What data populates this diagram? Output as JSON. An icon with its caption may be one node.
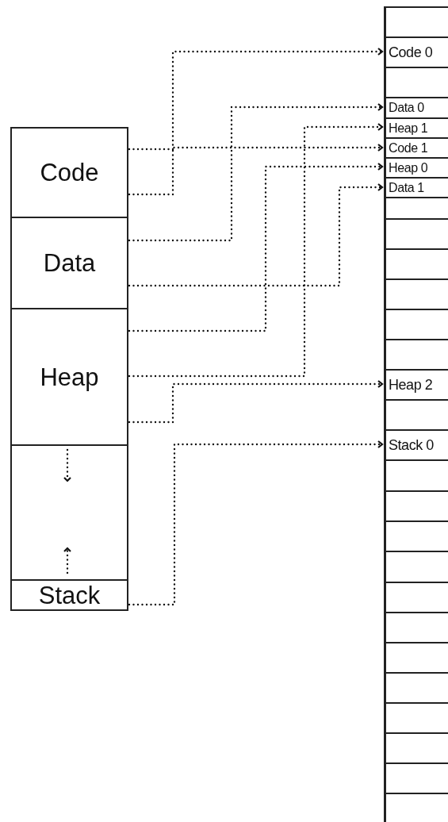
{
  "diagram": {
    "nodes": [
      {
        "text": [
          "Code"
        ]
      },
      {
        "text": [
          "Data"
        ]
      },
      {
        "text": [
          "Heap"
        ]
      },
      {
        "text": [],
        "shape": "box"
      },
      {
        "text": [
          "Stack"
        ]
      },
      {
        "text": [],
        "shape": "box"
      },
      {
        "text": [
          "Code 0"
        ]
      },
      {
        "text": [],
        "shape": "box"
      },
      {
        "text": [
          "Data 0"
        ]
      },
      {
        "text": [
          "Heap 1"
        ]
      },
      {
        "text": [
          "Code 1"
        ]
      },
      {
        "text": [
          "Heap 0"
        ]
      },
      {
        "text": [
          "Data 1"
        ]
      },
      {
        "text": [],
        "shape": "box"
      },
      {
        "text": [],
        "shape": "box"
      },
      {
        "text": [],
        "shape": "box"
      },
      {
        "text": [],
        "shape": "box"
      },
      {
        "text": [],
        "shape": "box"
      },
      {
        "text": [],
        "shape": "box"
      },
      {
        "text": [
          "Heap 2"
        ]
      },
      {
        "text": [],
        "shape": "box"
      },
      {
        "text": [
          "Stack 0"
        ]
      },
      {
        "text": [],
        "shape": "box"
      },
      {
        "text": [],
        "shape": "box"
      },
      {
        "text": [],
        "shape": "box"
      },
      {
        "text": [],
        "shape": "box"
      },
      {
        "text": [],
        "shape": "box"
      },
      {
        "text": [],
        "shape": "box"
      },
      {
        "text": [],
        "shape": "box"
      },
      {
        "text": [],
        "shape": "box"
      },
      {
        "text": [],
        "shape": "box"
      },
      {
        "text": [],
        "shape": "box"
      },
      {
        "text": [],
        "shape": "box"
      },
      {
        "text": [],
        "shape": "box"
      }
    ],
    "edges": [
      {
        "from": 0,
        "to": 6,
        "arrow": "to",
        "style": "dashed"
      },
      {
        "from": 0,
        "to": 10,
        "arrow": "to",
        "style": "dashed"
      },
      {
        "from": 1,
        "to": 8,
        "arrow": "to",
        "style": "dashed"
      },
      {
        "from": 1,
        "to": 12,
        "arrow": "to",
        "style": "dashed"
      },
      {
        "from": 2,
        "to": 11,
        "arrow": "to",
        "style": "dashed"
      },
      {
        "from": 2,
        "to": 9,
        "arrow": "to",
        "style": "dashed"
      },
      {
        "from": 2,
        "to": 19,
        "arrow": "to",
        "style": "dashed"
      },
      {
        "from": 4,
        "to": 21,
        "arrow": "to",
        "style": "dashed"
      }
    ]
  }
}
